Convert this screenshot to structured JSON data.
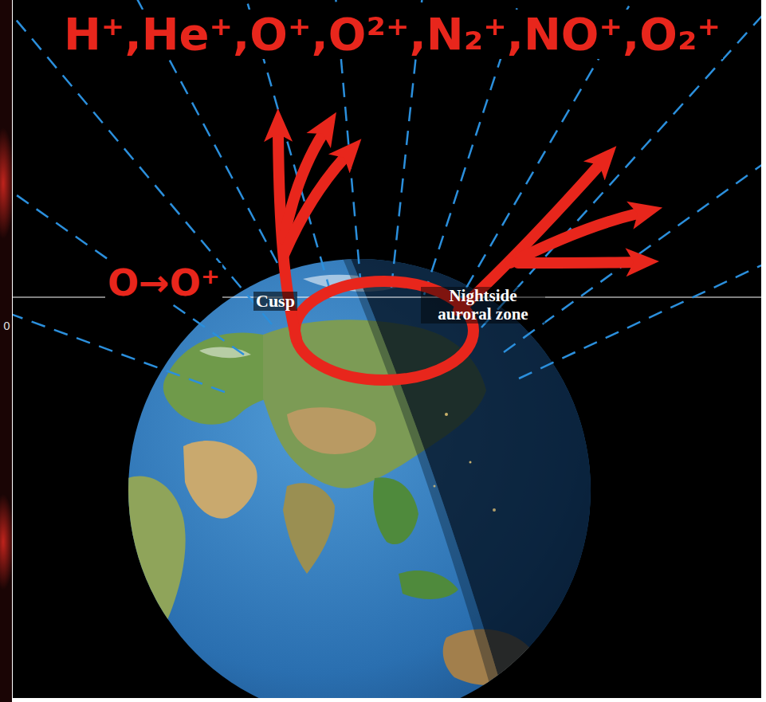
{
  "diagram": {
    "labels": [
      "H⁺,He⁺,O⁺,O²⁺,N₂⁺,NO⁺,O₂⁺",
      "O→O⁺",
      "Cusp",
      "Nightside auroral zone",
      "0"
    ]
  }
}
